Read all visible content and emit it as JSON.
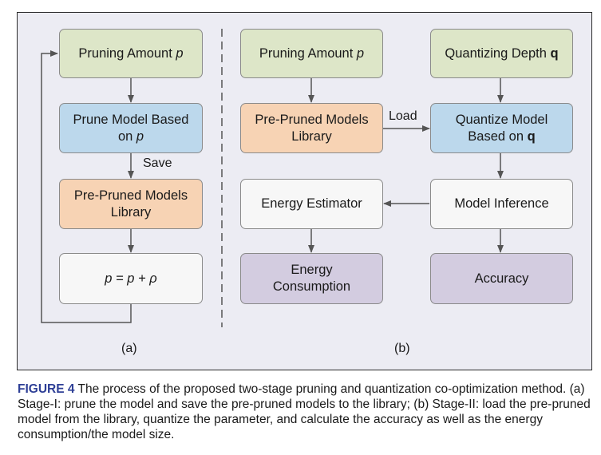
{
  "diagram": {
    "stage1": {
      "pruning_amount": "Pruning Amount p",
      "prune_model": "Prune Model Based on p",
      "save_label": "Save",
      "library": "Pre-Pruned Models Library",
      "update": "p = p + ρ",
      "sublabel": "(a)"
    },
    "stage2": {
      "pruning_amount": "Pruning Amount p",
      "quantizing_depth": "Quantizing Depth q",
      "library": "Pre-Pruned Models Library",
      "load_label": "Load",
      "quantize_model": "Quantize Model Based on q",
      "energy_estimator": "Energy Estimator",
      "model_inference": "Model Inference",
      "energy_consumption": "Energy Consumption",
      "accuracy": "Accuracy",
      "sublabel": "(b)"
    }
  },
  "caption": {
    "figure_label": "FIGURE 4",
    "text": "The process of the proposed two-stage pruning and quantization co-optimization method. (a) Stage-I: prune the model and save the pre-pruned models to the library; (b) Stage-II: load the pre-pruned model from the library, quantize the parameter, and calculate the accuracy as well as the energy consumption/the model size."
  }
}
